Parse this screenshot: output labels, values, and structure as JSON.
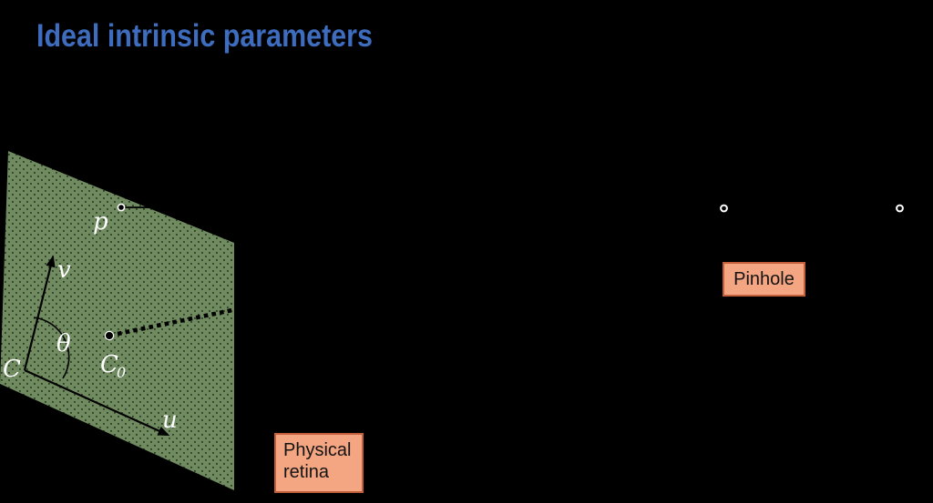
{
  "title": "Ideal intrinsic parameters",
  "colors": {
    "background": "#000000",
    "title_color": "#3E6CBE",
    "plane_fill": "#6F8B5F",
    "plane_dots": "#2E3B28",
    "line_black": "#000000",
    "label_white": "#FFFFFF",
    "box_fill": "#F4A581",
    "box_border": "#C3603B",
    "marker_ring": "#FFFFFF"
  },
  "plane_labels": {
    "p": "p",
    "v": "v",
    "theta": "θ",
    "C": "C",
    "C0_main": "C",
    "C0_sub": "0",
    "u": "u"
  },
  "callouts": {
    "physical_retina_line1": "Physical",
    "physical_retina_line2": "retina",
    "pinhole": "Pinhole"
  }
}
